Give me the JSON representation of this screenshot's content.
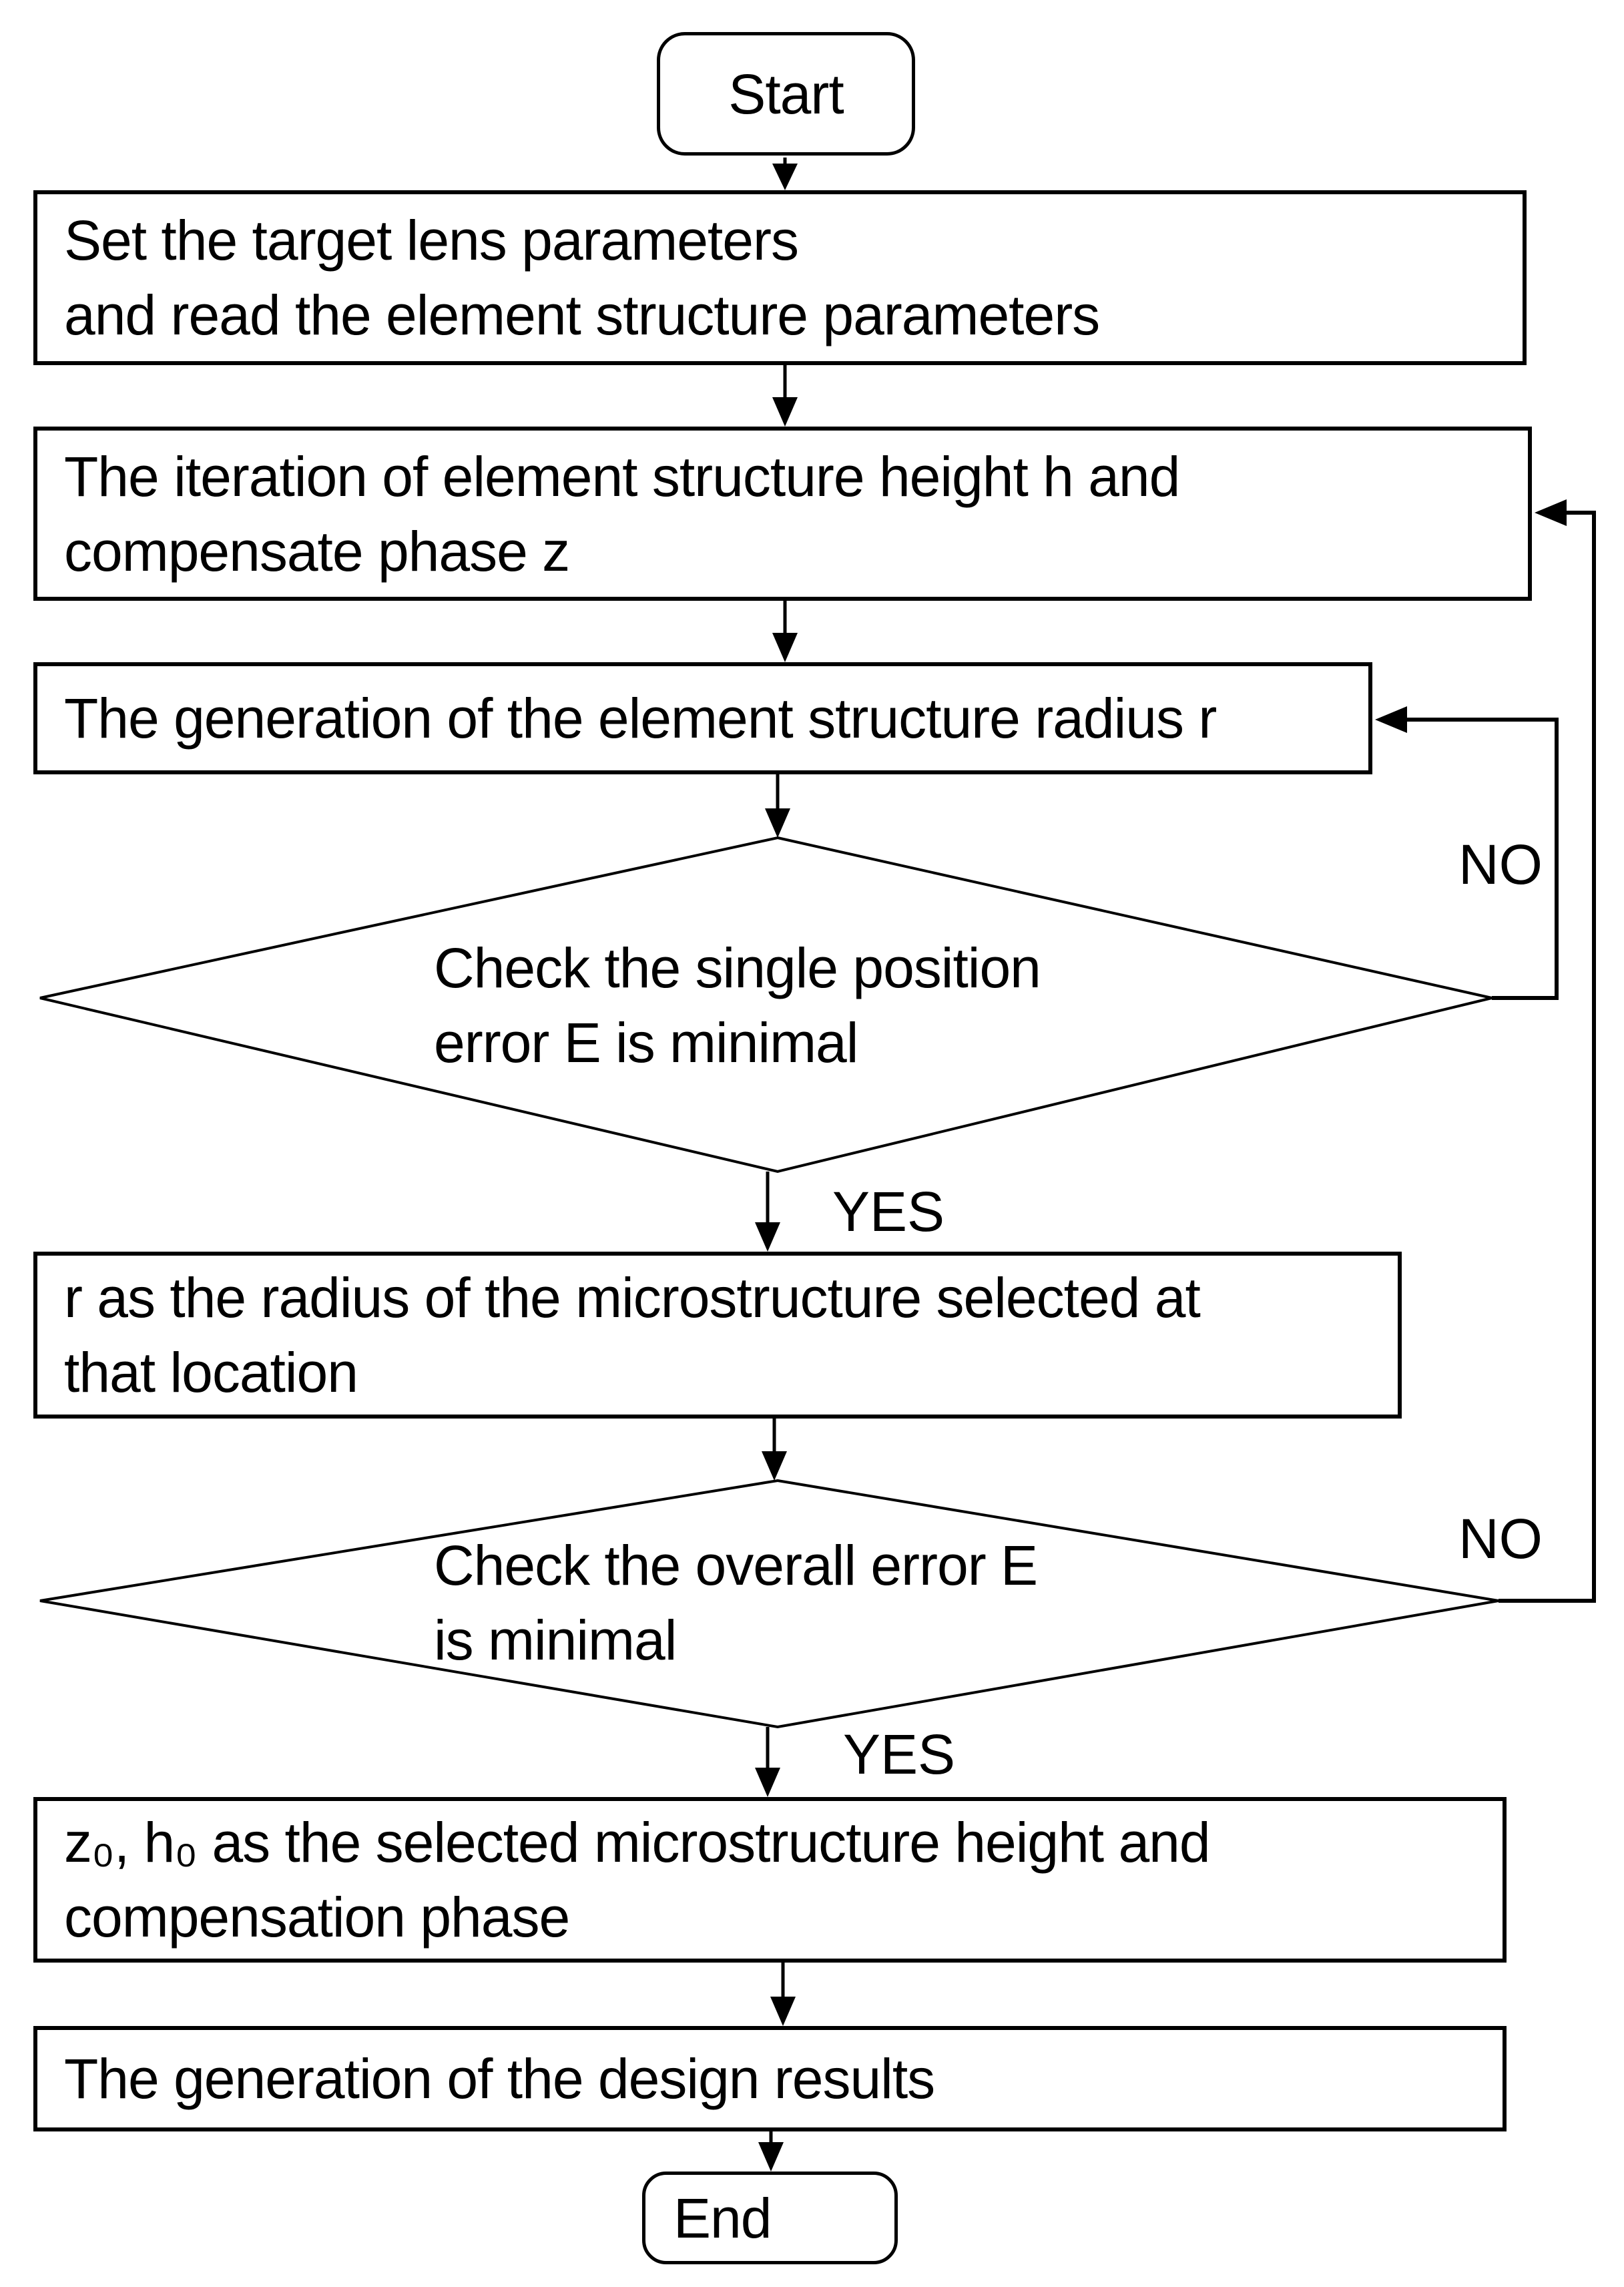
{
  "page": {
    "background": "#ffffff",
    "stroke_color": "#000000"
  },
  "flowchart": {
    "start": "Start",
    "end": "End",
    "boxes": {
      "set_params": {
        "line1": "Set the target lens parameters",
        "line2": "and read the element structure parameters"
      },
      "iteration": {
        "line1": "The iteration of element structure height h and",
        "line2": "compensate phase z"
      },
      "radius_generation": {
        "line1": "The generation of the element structure radius r"
      },
      "radius_selected": {
        "line1": "r as the radius of the microstructure selected at",
        "line2": "that location"
      },
      "selected_height": {
        "line1": "z₀, h₀ as the selected microstructure height and",
        "line2": "compensation phase"
      },
      "design_results": {
        "line1": "The generation of the design results"
      }
    },
    "decisions": {
      "single_position": {
        "line1": "Check the single position",
        "line2": "error E is minimal"
      },
      "overall_error": {
        "line1": "Check the overall error E",
        "line2": "is minimal"
      }
    },
    "labels": {
      "yes1": "YES",
      "no1": "NO",
      "yes2": "YES",
      "no2": "NO"
    }
  }
}
